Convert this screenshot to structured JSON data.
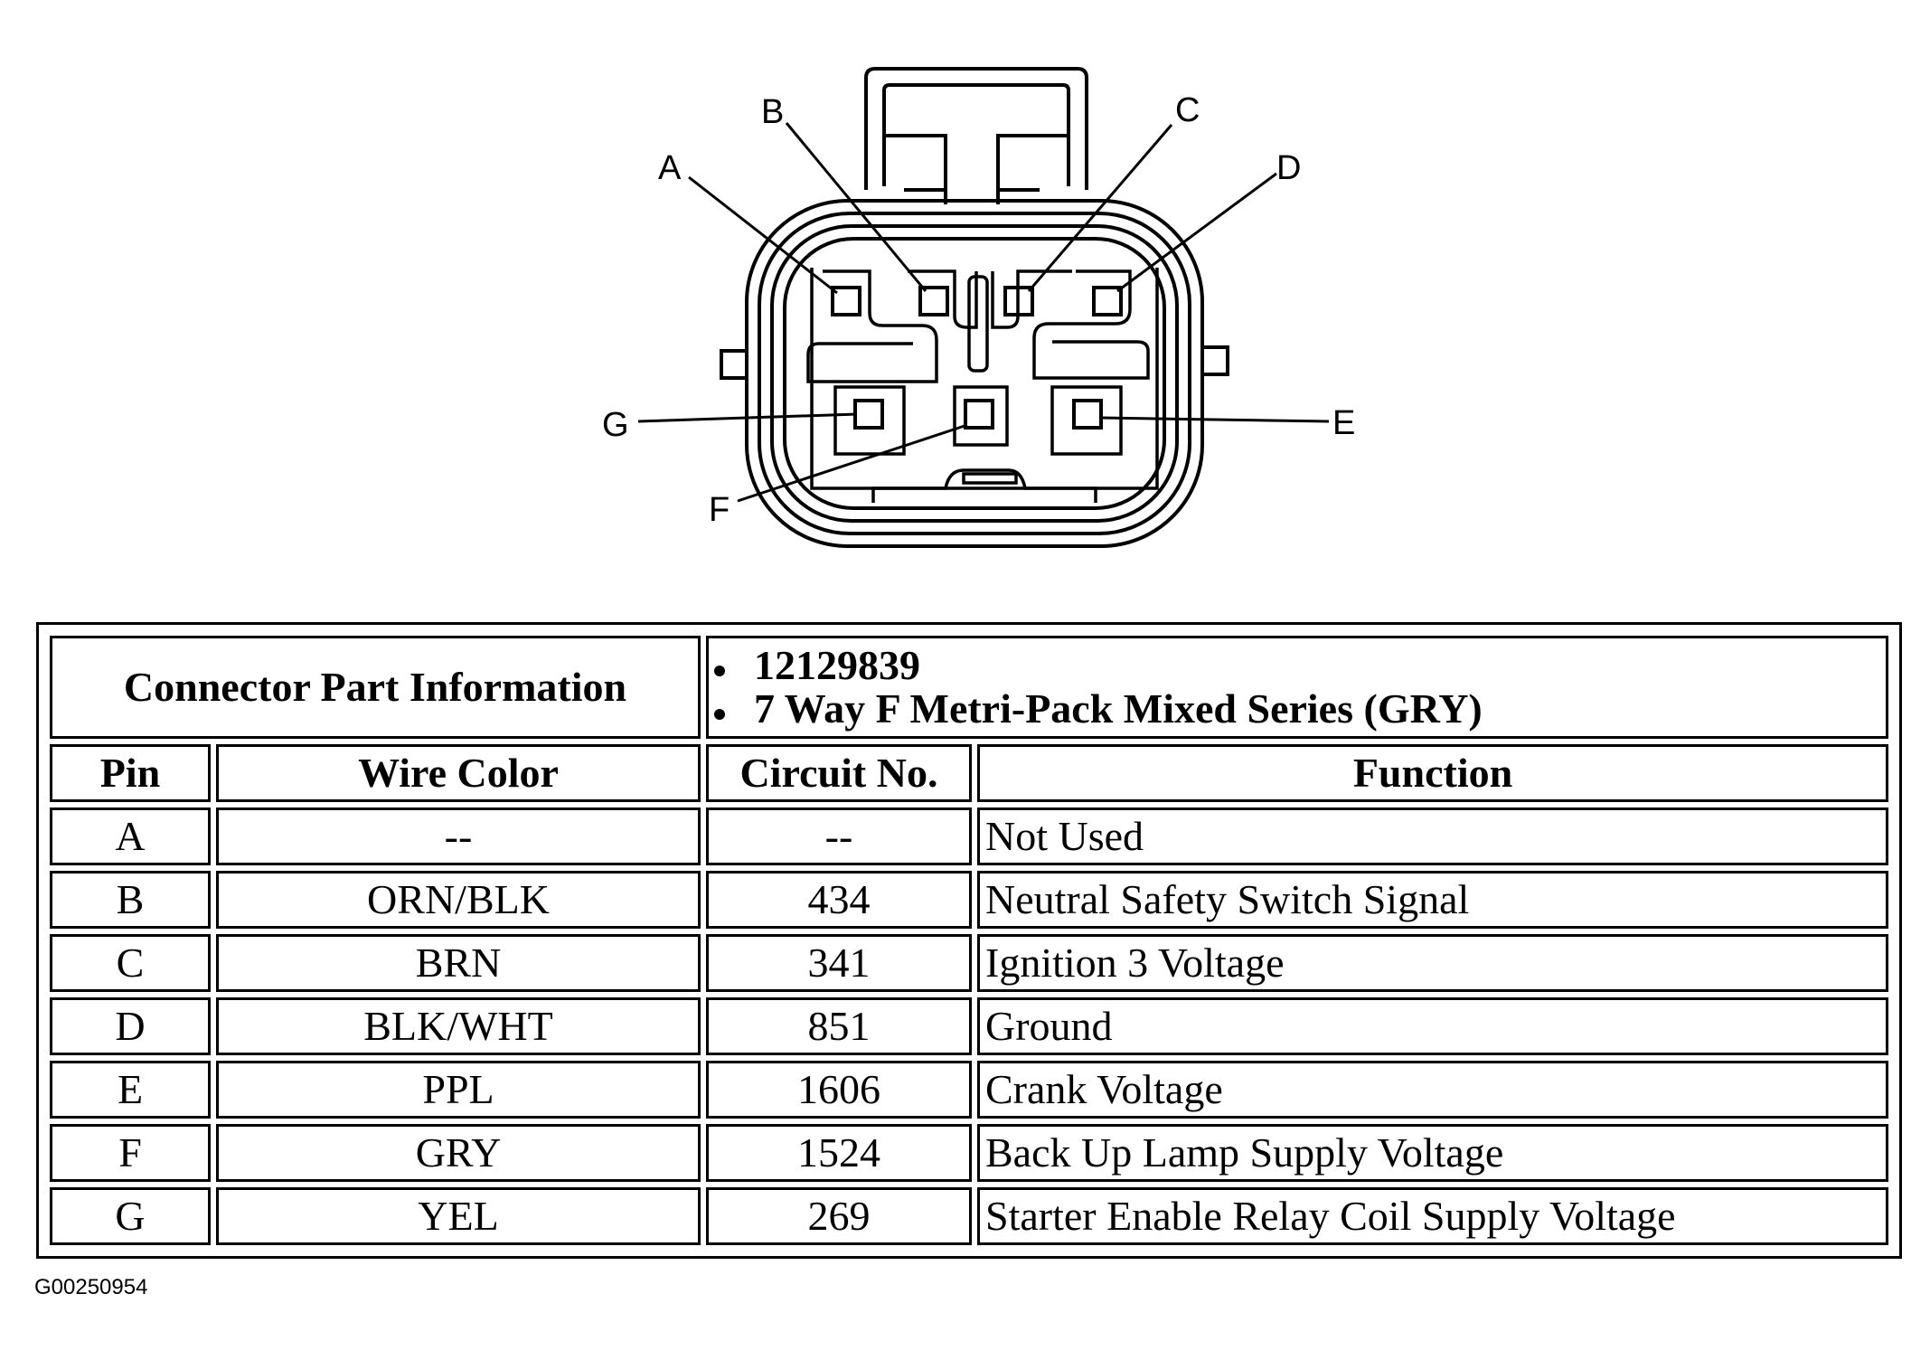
{
  "diagram": {
    "pin_labels": [
      "A",
      "B",
      "C",
      "D",
      "E",
      "F",
      "G"
    ]
  },
  "table": {
    "part_info_label": "Connector Part Information",
    "part_info_items": [
      "12129839",
      "7 Way F Metri-Pack Mixed Series (GRY)"
    ],
    "headers": {
      "pin": "Pin",
      "wire_color": "Wire Color",
      "circuit": "Circuit No.",
      "function": "Function"
    },
    "rows": [
      {
        "pin": "A",
        "wire_color": "--",
        "circuit": "--",
        "function": "Not Used"
      },
      {
        "pin": "B",
        "wire_color": "ORN/BLK",
        "circuit": "434",
        "function": "Neutral Safety Switch Signal"
      },
      {
        "pin": "C",
        "wire_color": "BRN",
        "circuit": "341",
        "function": "Ignition 3 Voltage"
      },
      {
        "pin": "D",
        "wire_color": "BLK/WHT",
        "circuit": "851",
        "function": "Ground"
      },
      {
        "pin": "E",
        "wire_color": "PPL",
        "circuit": "1606",
        "function": "Crank Voltage"
      },
      {
        "pin": "F",
        "wire_color": "GRY",
        "circuit": "1524",
        "function": "Back Up Lamp Supply Voltage"
      },
      {
        "pin": "G",
        "wire_color": "YEL",
        "circuit": "269",
        "function": "Starter Enable Relay Coil Supply Voltage"
      }
    ]
  },
  "figure_id": "G00250954"
}
